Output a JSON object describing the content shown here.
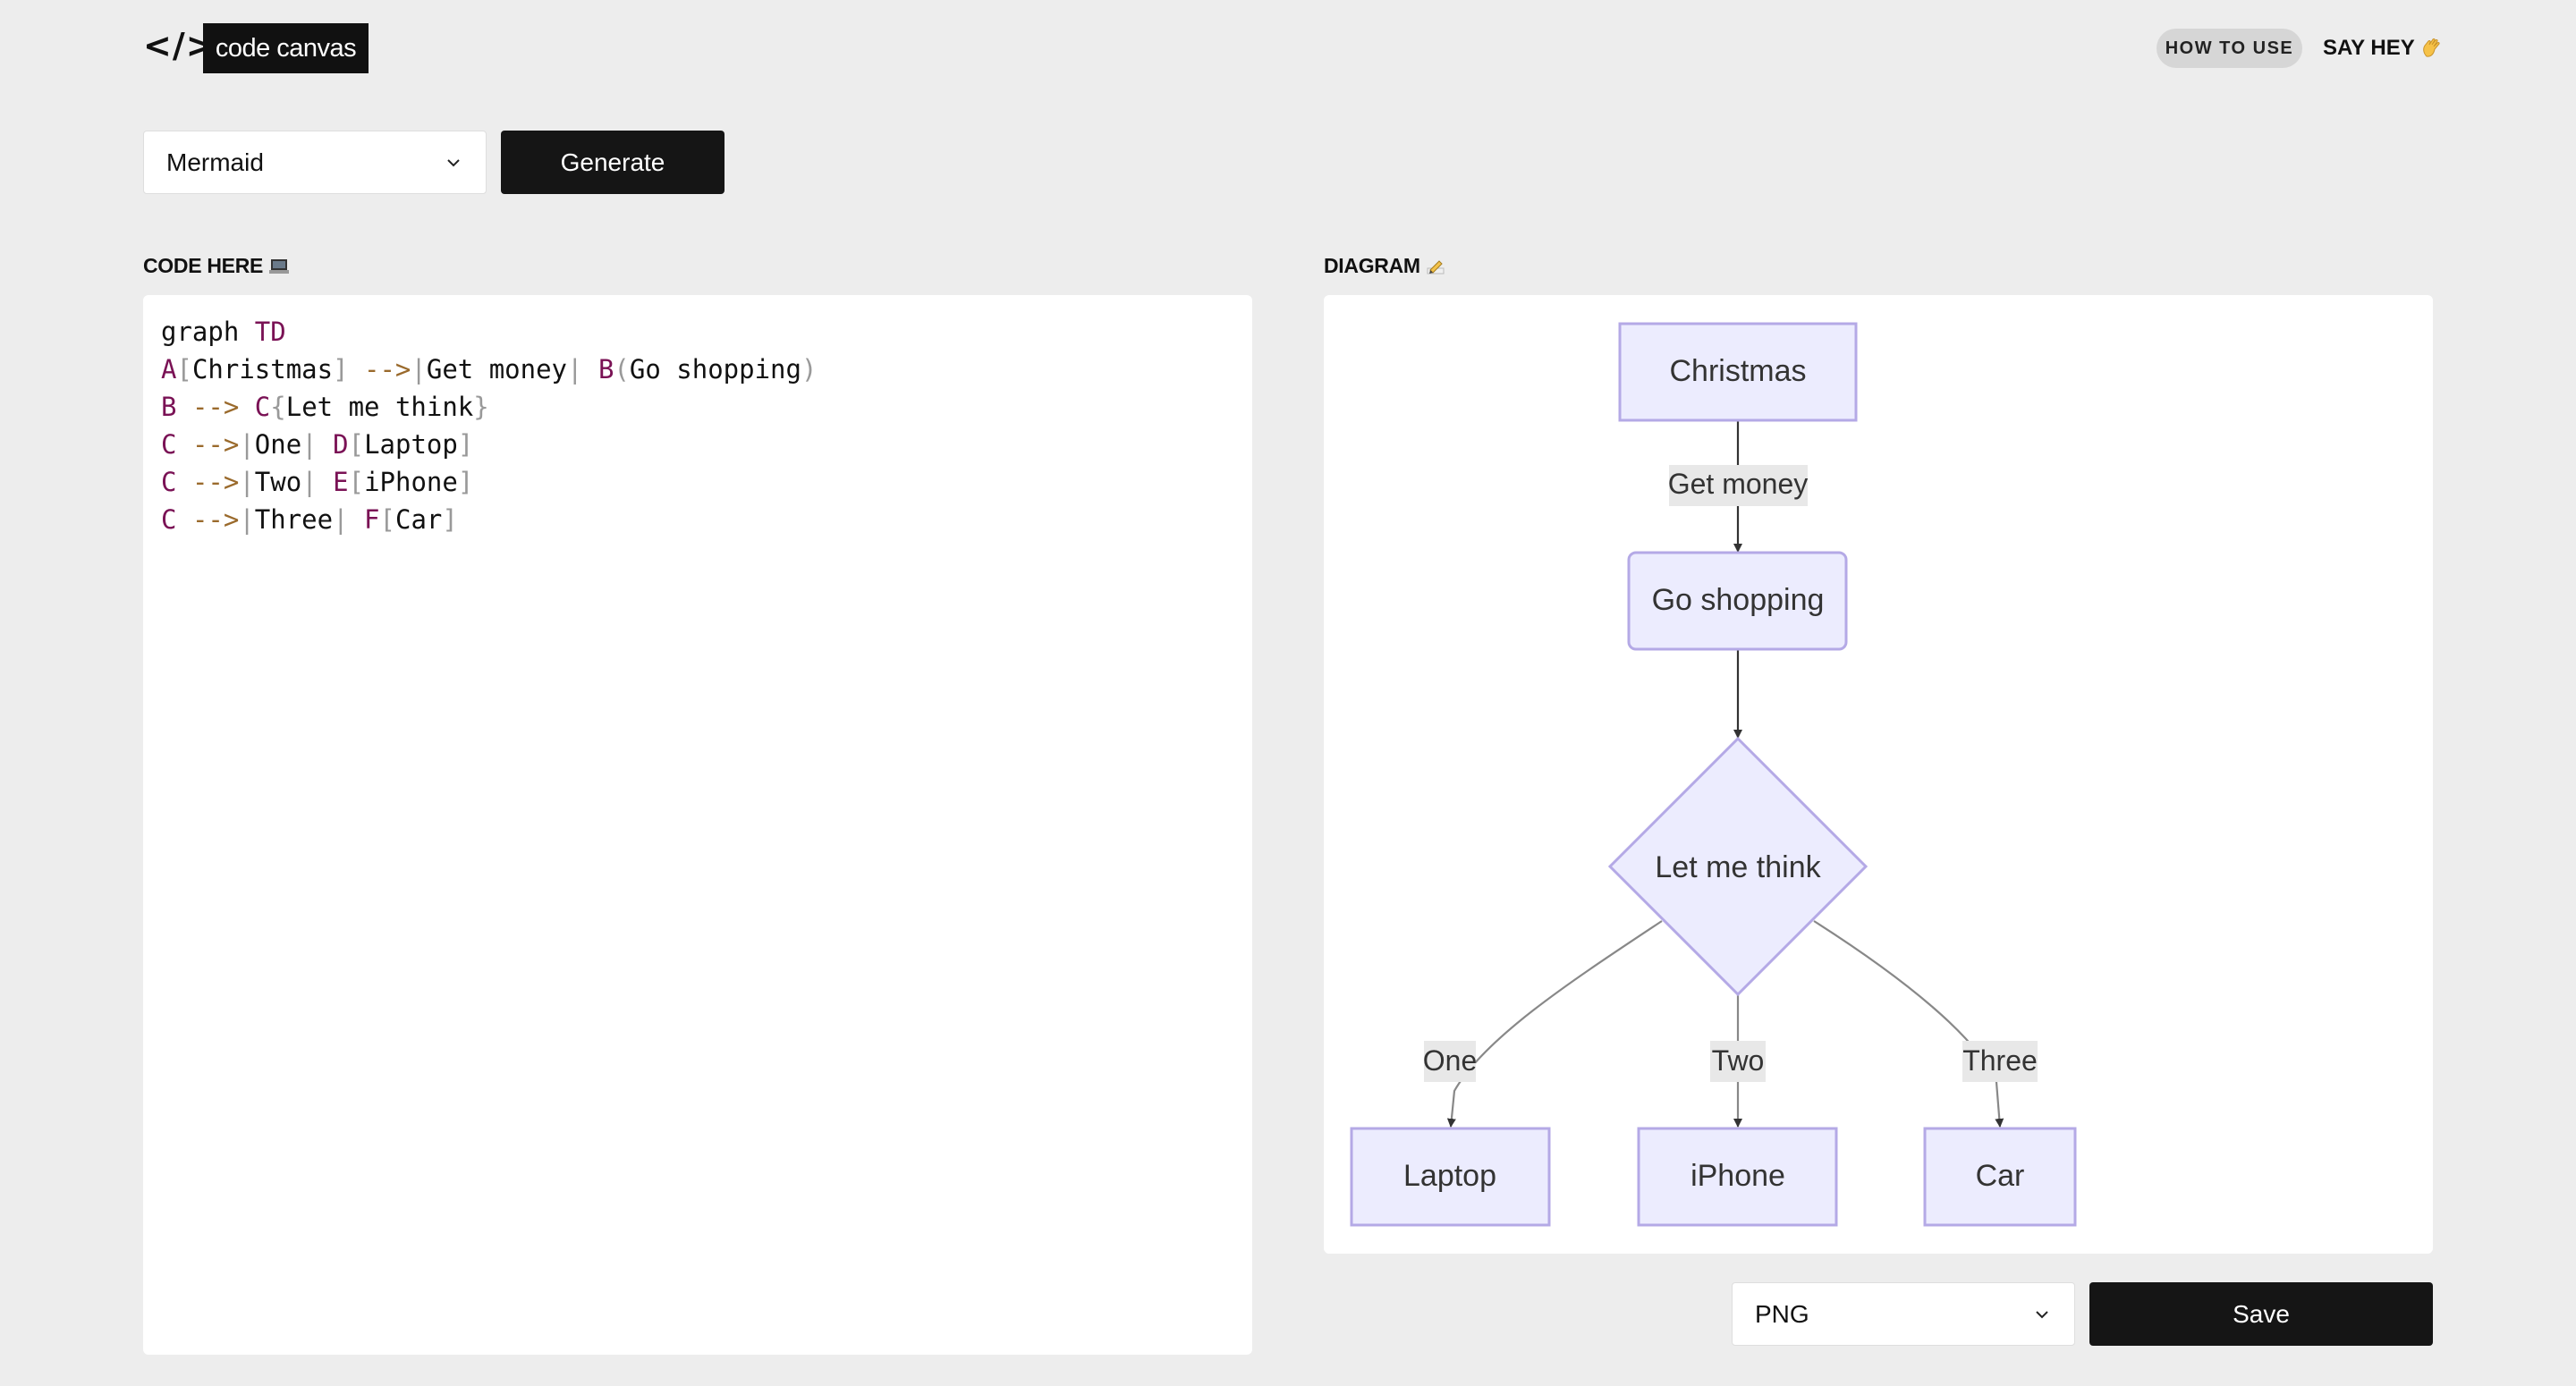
{
  "header": {
    "logo_glyph": "</>",
    "logo_text": "code canvas",
    "how_to_use": "HOW TO USE",
    "say_hey": "SAY HEY"
  },
  "toolbar": {
    "language_selected": "Mermaid",
    "generate_label": "Generate"
  },
  "editor": {
    "label": "CODE HERE",
    "lines": [
      "graph TD",
      "A[Christmas] -->|Get money| B(Go shopping)",
      "B --> C{Let me think}",
      "C -->|One| D[Laptop]",
      "C -->|Two| E[iPhone]",
      "C -->|Three| F[Car]"
    ],
    "tokens": {
      "graph": "graph",
      "td": "TD",
      "a": "A",
      "christmas": "Christmas",
      "arrow": "-->",
      "get_money": "Get money",
      "b": "B",
      "go_shopping": "Go shopping",
      "c": "C",
      "let_me_think": "Let me think",
      "one": "One",
      "d": "D",
      "laptop": "Laptop",
      "two": "Two",
      "e": "E",
      "iphone": "iPhone",
      "three": "Three",
      "f": "F",
      "car": "Car"
    }
  },
  "diagram": {
    "label": "DIAGRAM",
    "nodes": {
      "christmas": "Christmas",
      "go_shopping": "Go shopping",
      "let_me_think": "Let me think",
      "laptop": "Laptop",
      "iphone": "iPhone",
      "car": "Car"
    },
    "edges": {
      "get_money": "Get money",
      "one": "One",
      "two": "Two",
      "three": "Three"
    },
    "colors": {
      "node_fill": "#ececfe",
      "node_stroke": "#b4a9e6",
      "edge": "#333333",
      "edge_label_bg": "#e8e8e8"
    }
  },
  "export": {
    "format_selected": "PNG",
    "save_label": "Save"
  },
  "icons": {
    "chevron": "chevron-down-icon",
    "laptop_emoji": "laptop-icon",
    "pencil_emoji": "pencil-icon",
    "wave_emoji": "waving-hand-icon"
  }
}
